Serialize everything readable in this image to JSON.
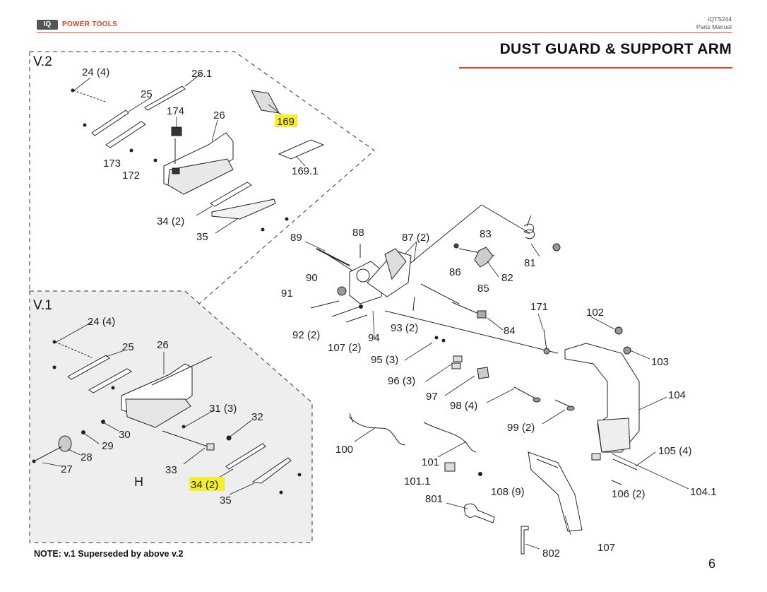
{
  "header": {
    "logo": "IQ",
    "brand": "POWER TOOLS",
    "model": "iQTS244",
    "manual": "Parts Manual"
  },
  "title": "DUST GUARD  &  SUPPORT ARM",
  "sections": {
    "v2": "V.2",
    "v1": "V.1"
  },
  "labels": {
    "v2": [
      "24 (4)",
      "26.1",
      "25",
      "174",
      "26",
      "169",
      "173",
      "172",
      "169.1",
      "34 (2)",
      "35"
    ],
    "v1": [
      "24 (4)",
      "25",
      "26",
      "31 (3)",
      "32",
      "30",
      "29",
      "28",
      "27",
      "33",
      "34 (2)",
      "35",
      "H"
    ],
    "main": [
      "88",
      "87 (2)",
      "83",
      "89",
      "81",
      "90",
      "86",
      "82",
      "91",
      "85",
      "171",
      "102",
      "92 (2)",
      "94",
      "93 (2)",
      "84",
      "107 (2)",
      "103",
      "95 (3)",
      "96 (3)",
      "104",
      "97",
      "98 (4)",
      "99 (2)",
      "100",
      "105 (4)",
      "101",
      "101.1",
      "108 (9)",
      "106 (2)",
      "104.1",
      "801",
      "107",
      "802"
    ]
  },
  "highlighted": [
    "169",
    "34 (2)"
  ],
  "note": "NOTE: v.1 Superseded by above v.2",
  "page_number": "6",
  "colors": {
    "accent": "#d4462a",
    "highlight": "#f5ee30"
  }
}
